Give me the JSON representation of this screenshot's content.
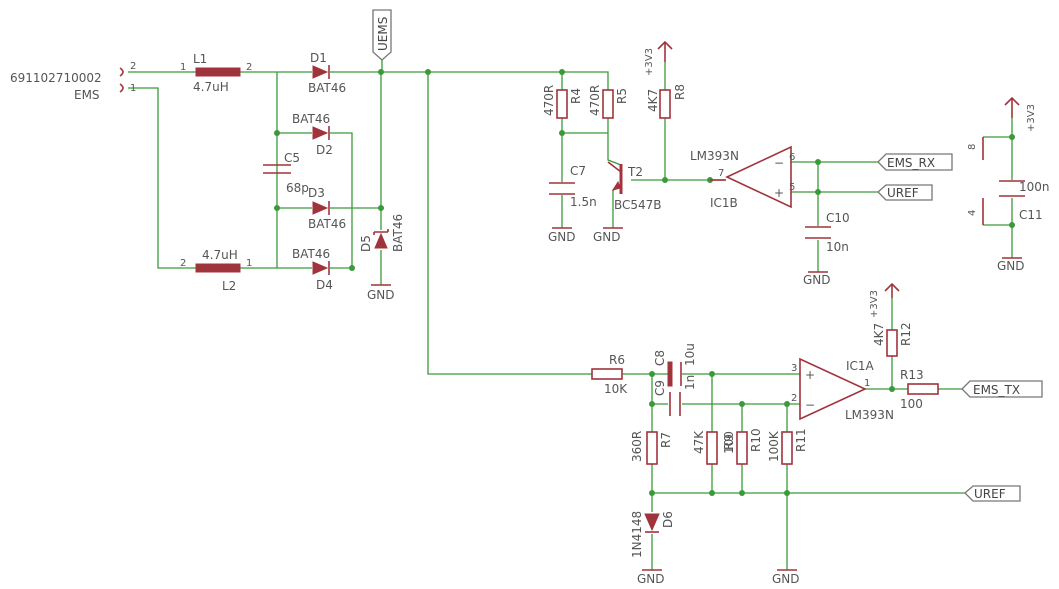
{
  "schematic": {
    "connector": {
      "part": "691102710002",
      "name": "EMS",
      "pin2": "2",
      "pin1": "1"
    },
    "inductors": [
      {
        "name": "L1",
        "value": "4.7uH",
        "pin1": "1",
        "pin2": "2"
      },
      {
        "name": "L2",
        "value": "4.7uH",
        "pin1": "1",
        "pin2": "2"
      }
    ],
    "diodes": [
      {
        "name": "D1",
        "value": "BAT46"
      },
      {
        "name": "D2",
        "value": "BAT46"
      },
      {
        "name": "D3",
        "value": "BAT46"
      },
      {
        "name": "D4",
        "value": "BAT46"
      },
      {
        "name": "D5",
        "value": "BAT46"
      },
      {
        "name": "D6",
        "value": "1N4148"
      }
    ],
    "capacitors": [
      {
        "name": "C5",
        "value": "68p"
      },
      {
        "name": "C7",
        "value": "1.5n"
      },
      {
        "name": "C8",
        "value": "10u"
      },
      {
        "name": "C9",
        "value": "1n"
      },
      {
        "name": "C10",
        "value": "10n"
      },
      {
        "name": "C11",
        "value": "100n"
      }
    ],
    "resistors": [
      {
        "name": "R4",
        "value": "470R"
      },
      {
        "name": "R5",
        "value": "470R"
      },
      {
        "name": "R6",
        "value": "10K"
      },
      {
        "name": "R7",
        "value": "360R"
      },
      {
        "name": "R8",
        "value": "4K7"
      },
      {
        "name": "R9",
        "value": "47K"
      },
      {
        "name": "R10",
        "value": "100"
      },
      {
        "name": "R11",
        "value": "100K"
      },
      {
        "name": "R12",
        "value": "4K7"
      },
      {
        "name": "R13",
        "value": "100"
      }
    ],
    "transistor": {
      "name": "T2",
      "value": "BC547B"
    },
    "opamps": [
      {
        "name": "IC1B",
        "value": "LM393N",
        "pin_inv": "6",
        "pin_noninv": "5",
        "pin_out": "7"
      },
      {
        "name": "IC1A",
        "value": "LM393N",
        "pin_noninv": "3",
        "pin_inv": "2",
        "pin_out": "1"
      }
    ],
    "power_unit": {
      "pin_top": "8",
      "pin_bottom": "4"
    },
    "nets": {
      "uems": "UEMS",
      "ems_rx": "EMS_RX",
      "ems_tx": "EMS_TX",
      "uref": "UREF",
      "supply": "+3V3",
      "gnd": "GND"
    },
    "signs": {
      "plus": "+",
      "minus": "−"
    }
  },
  "colors": {
    "wire": "#3a9a3a",
    "part": "#a0343c",
    "text": "#555555",
    "tag_border": "#777777"
  }
}
